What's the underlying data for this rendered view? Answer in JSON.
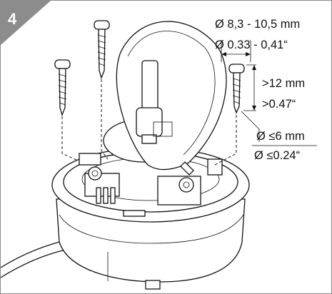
{
  "step": {
    "number": "4"
  },
  "specs": {
    "diameter_mm": "Ø 8,3 - 10,5 mm",
    "diameter_in": "Ø 0.33 - 0,41“",
    "length_mm": ">12 mm",
    "length_in": ">0.47“",
    "head_mm": "Ø ≤6 mm",
    "head_in": "Ø ≤0.24“"
  },
  "colors": {
    "badge": "#8c8c8c",
    "line": "#111111",
    "background": "#ffffff"
  }
}
